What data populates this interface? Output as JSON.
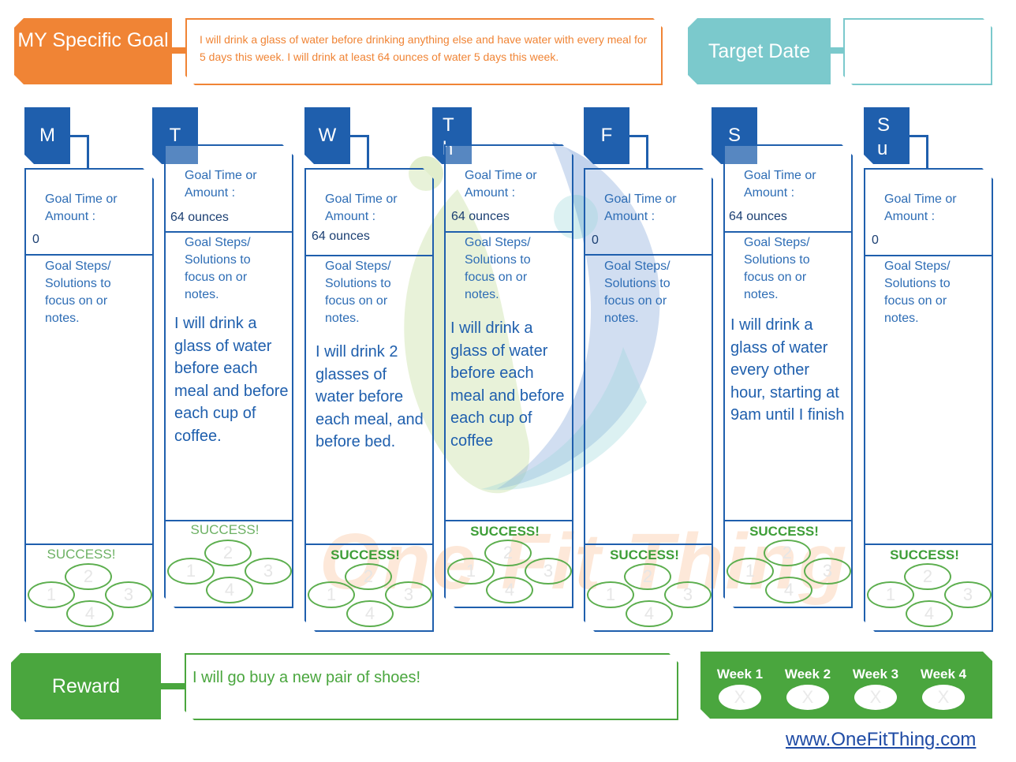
{
  "header": {
    "goal_label": "MY Specific Goal",
    "goal_text": "I will drink a glass of water before drinking anything else and have water with every meal for 5 days this week. I will drink at least 64 ounces of water 5 days this week.",
    "target_label": "Target Date",
    "target_value": ""
  },
  "labels": {
    "goal_time": "Goal Time or Amount :",
    "goal_steps": "Goal Steps/ Solutions to focus on or notes.",
    "success": "SUCCESS!"
  },
  "days": [
    {
      "letter": "M",
      "amount": "0",
      "notes": ""
    },
    {
      "letter": "T",
      "amount": "64 ounces",
      "notes": "I will drink a glass of water before each meal and before each cup of coffee."
    },
    {
      "letter": "W",
      "amount": "64 ounces",
      "notes": "I will drink 2 glasses of water before each meal, and before bed."
    },
    {
      "letter": "Th",
      "amount": "64 ounces",
      "notes": "I will drink a glass of water before each meal and before each cup of coffee"
    },
    {
      "letter": "F",
      "amount": "0",
      "notes": ""
    },
    {
      "letter": "S",
      "amount": "64 ounces",
      "notes": "I will drink a glass of water every other hour, starting at 9am until I finish"
    },
    {
      "letter": "Su",
      "amount": "0",
      "notes": ""
    }
  ],
  "circle_numbers": [
    "1",
    "2",
    "3",
    "4"
  ],
  "reward": {
    "label": "Reward",
    "text": "I will go buy a new pair of shoes!"
  },
  "weeks": [
    {
      "label": "Week 1",
      "mark": "X"
    },
    {
      "label": "Week 2",
      "mark": "X"
    },
    {
      "label": "Week 3",
      "mark": "X"
    },
    {
      "label": "Week 4",
      "mark": "X"
    }
  ],
  "footer": {
    "link": "www.OneFitThing.com"
  },
  "watermark": {
    "text": "One Fit Thing"
  },
  "colors": {
    "orange": "#f08435",
    "teal": "#7bc9cc",
    "blue": "#1f5fad",
    "green": "#4aa63e"
  }
}
